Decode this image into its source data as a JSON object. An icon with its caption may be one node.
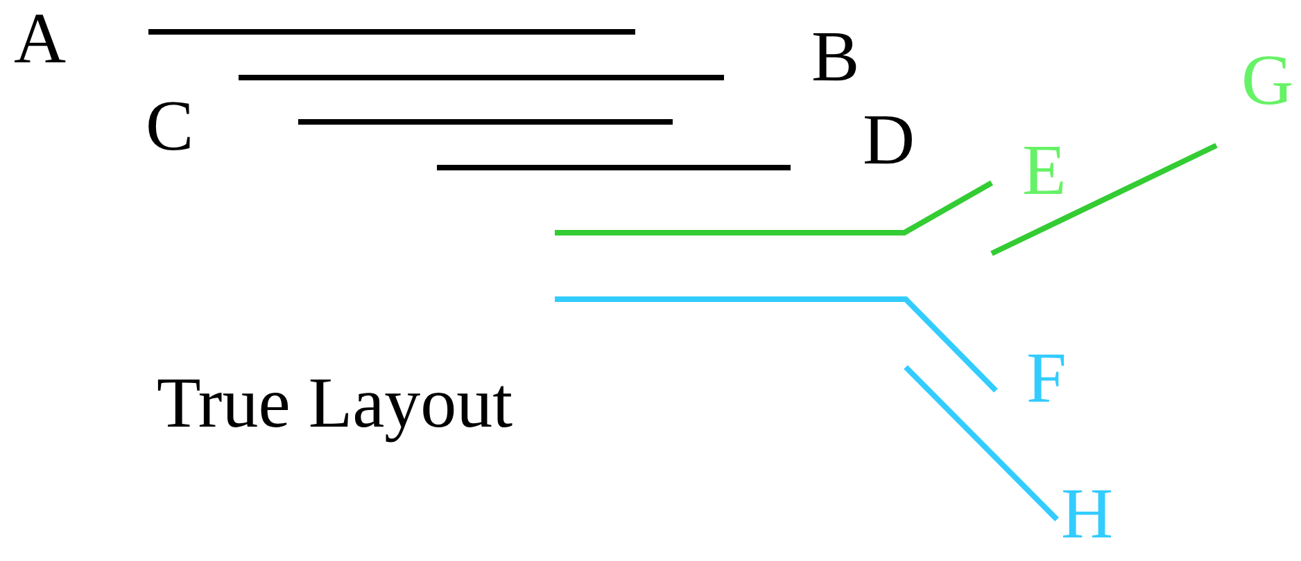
{
  "diagram": {
    "caption": "True Layout",
    "labels": [
      "A",
      "B",
      "C",
      "D",
      "E",
      "G",
      "F",
      "H"
    ]
  }
}
